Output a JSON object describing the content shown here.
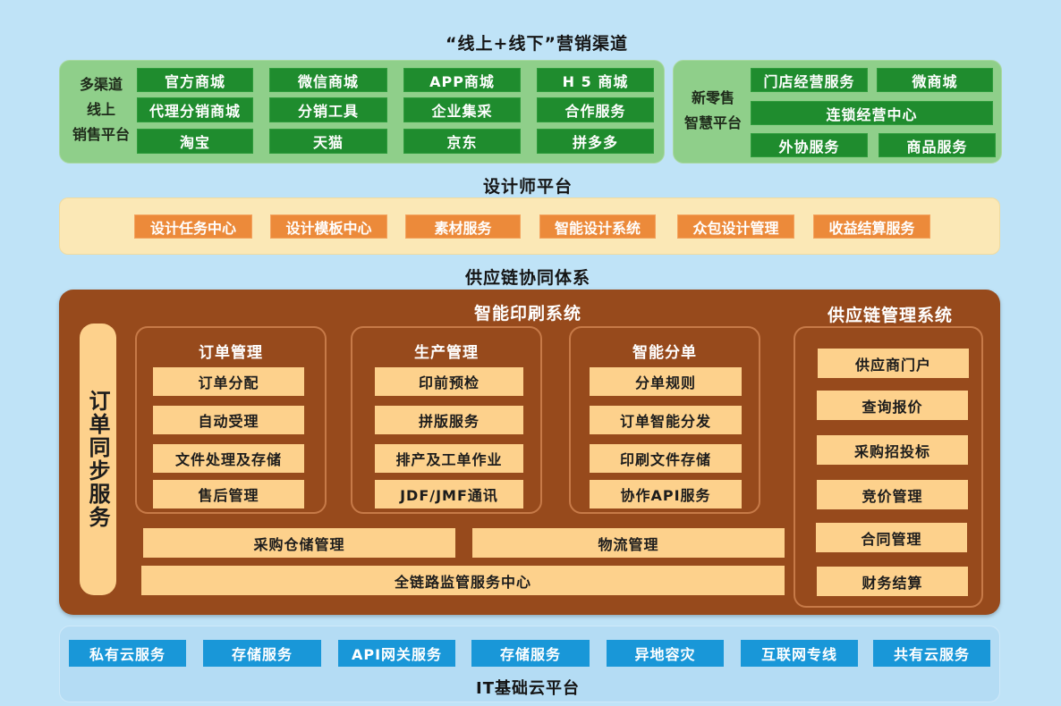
{
  "titles": {
    "marketing": "“线上+线下”营销渠道",
    "designer": "设计师平台",
    "supply_chain": "供应链协同体系",
    "it_cloud": "IT基础云平台"
  },
  "online_platform": {
    "label_lines": [
      "多渠道",
      "线上",
      "销售平台"
    ],
    "items": [
      [
        "官方商城",
        "微信商城",
        "APP商城",
        "H 5 商城"
      ],
      [
        "代理分销商城",
        "分销工具",
        "企业集采",
        "合作服务"
      ],
      [
        "淘宝",
        "天猫",
        "京东",
        "拼多多"
      ]
    ]
  },
  "retail_platform": {
    "label_lines": [
      "新零售",
      "智慧平台"
    ],
    "row1": [
      "门店经营服务",
      "微商城"
    ],
    "row2": "连锁经营中心",
    "row3": [
      "外协服务",
      "商品服务"
    ]
  },
  "designer_platform": {
    "items": [
      "设计任务中心",
      "设计模板中心",
      "素材服务",
      "智能设计系统",
      "众包设计管理",
      "收益结算服务"
    ]
  },
  "printing_system": {
    "title": "智能印刷系统",
    "sync_service": "订单同步服务",
    "groups": [
      {
        "title": "订单管理",
        "items": [
          "订单分配",
          "自动受理",
          "文件处理及存储",
          "售后管理"
        ]
      },
      {
        "title": "生产管理",
        "items": [
          "印前预检",
          "拼版服务",
          "排产及工单作业",
          "JDF/JMF通讯"
        ]
      },
      {
        "title": "智能分单",
        "items": [
          "分单规则",
          "订单智能分发",
          "印刷文件存储",
          "协作API服务"
        ]
      }
    ],
    "bottom_row": [
      "采购仓储管理",
      "物流管理"
    ],
    "monitor_center": "全链路监管服务中心"
  },
  "scm_system": {
    "title": "供应链管理系统",
    "items": [
      "供应商门户",
      "查询报价",
      "采购招投标",
      "竞价管理",
      "合同管理",
      "财务结算"
    ]
  },
  "it_cloud": {
    "items": [
      "私有云服务",
      "存储服务",
      "API网关服务",
      "存储服务",
      "异地容灾",
      "互联网专线",
      "共有云服务"
    ]
  },
  "colors": {
    "background": "#bfe3f7",
    "green_panel": "#8fcf8a",
    "green_button": "#1f8c2e",
    "cream_panel": "#fbe8b6",
    "orange_button": "#ec8a3a",
    "brown_panel": "#974a1c",
    "tan_button": "#fdd18c",
    "blue_button": "#1997d8"
  }
}
